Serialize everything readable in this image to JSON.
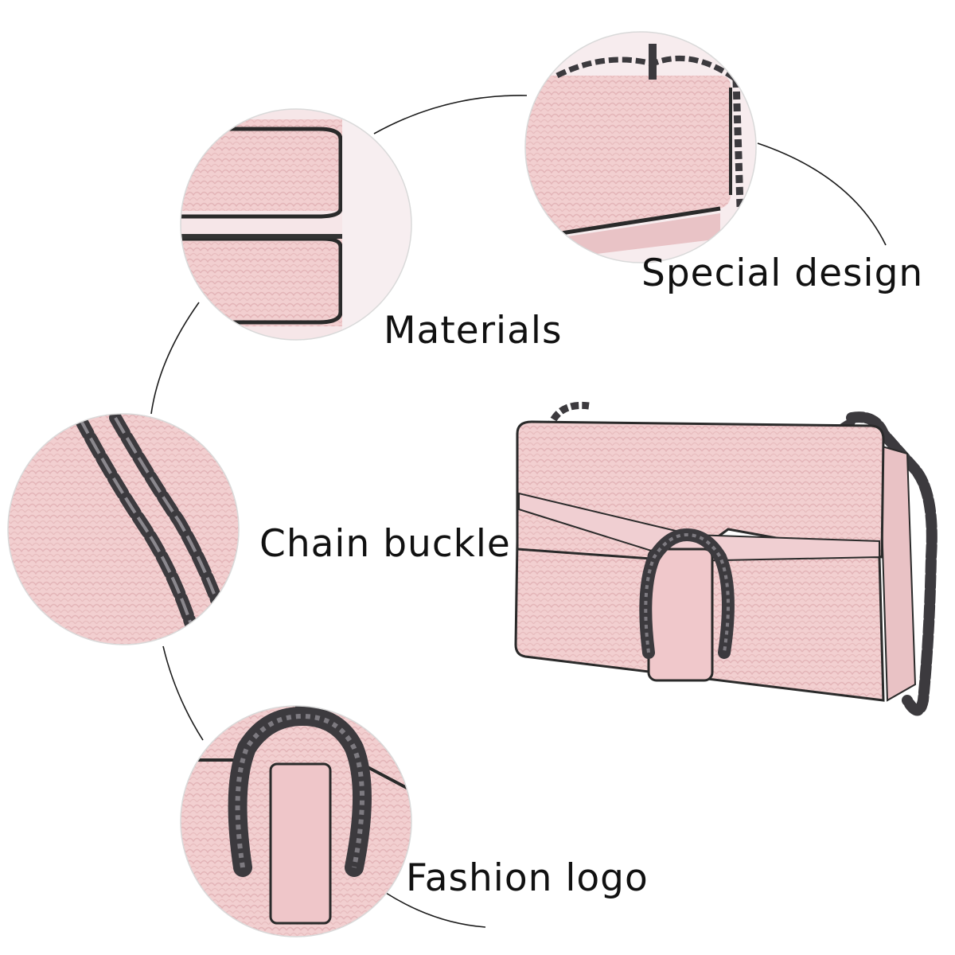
{
  "labels": {
    "special_design": "Special design",
    "materials": "Materials",
    "chain_buckle": "Chain buckle",
    "fashion_logo": "Fashion logo"
  },
  "colors": {
    "leather_pink": "#f2cfd0",
    "leather_shade": "#e6b8bb",
    "hardware_gunmetal": "#3c3a3e",
    "circle_border": "#d9d9d9",
    "connector_line": "#1a1a1a",
    "text": "#111111"
  },
  "icons": {
    "materials": "leather-edge-closeup",
    "special_design": "bag-flap-closeup",
    "chain_buckle": "chain-strap-closeup",
    "fashion_logo": "horseshoe-buckle-closeup",
    "product": "pink-crossbody-bag"
  }
}
